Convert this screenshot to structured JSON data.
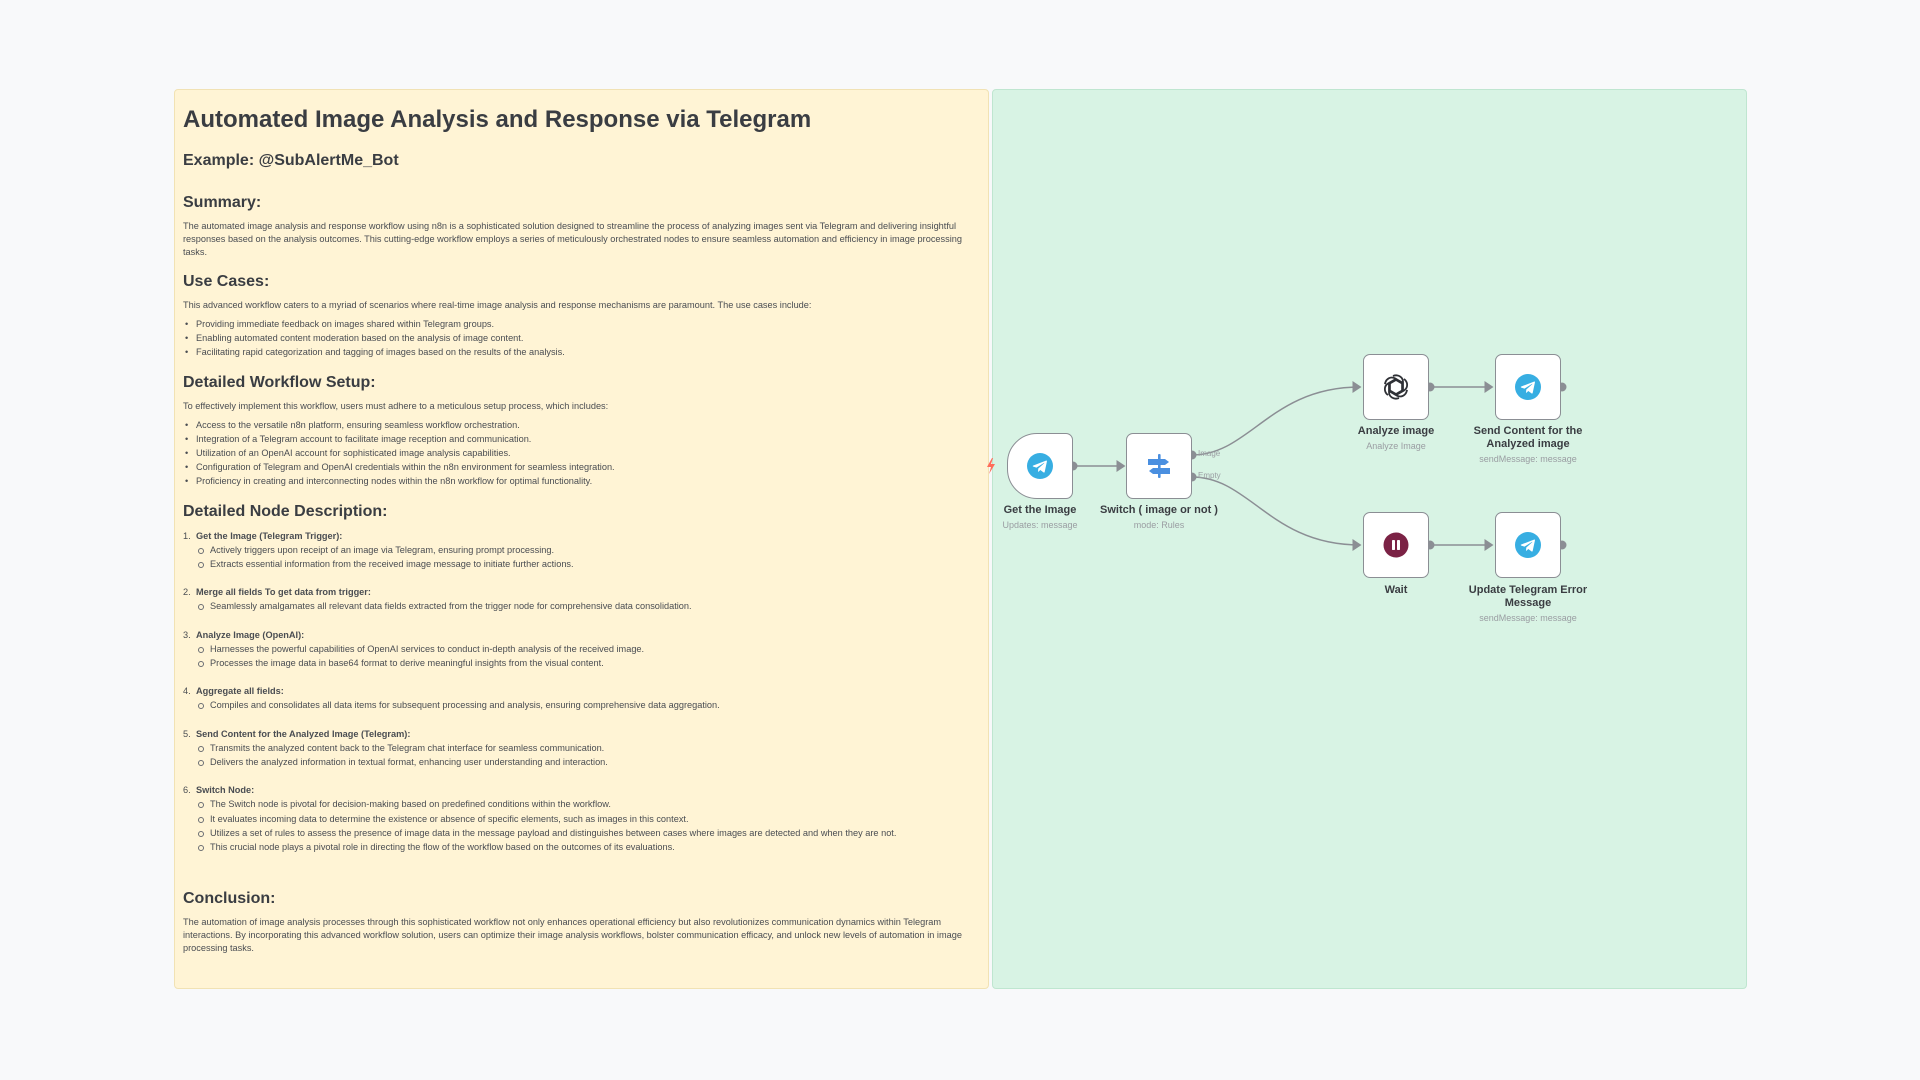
{
  "note": {
    "title": "Automated Image Analysis and Response via Telegram",
    "example": "Example: @SubAlertMe_Bot",
    "summary": {
      "heading": "Summary:",
      "text": "The automated image analysis and response workflow using n8n is a sophisticated solution designed to streamline the process of analyzing images sent via Telegram and delivering insightful responses based on the analysis outcomes. This cutting-edge workflow employs a series of meticulously orchestrated nodes to ensure seamless automation and efficiency in image processing tasks."
    },
    "use_cases": {
      "heading": "Use Cases:",
      "lead": "This advanced workflow caters to a myriad of scenarios where real-time image analysis and response mechanisms are paramount. The use cases include:",
      "items": [
        "Providing immediate feedback on images shared within Telegram groups.",
        "Enabling automated content moderation based on the analysis of image content.",
        "Facilitating rapid categorization and tagging of images based on the results of the analysis."
      ]
    },
    "setup": {
      "heading": "Detailed Workflow Setup:",
      "lead": "To effectively implement this workflow, users must adhere to a meticulous setup process, which includes:",
      "items": [
        "Access to the versatile n8n platform, ensuring seamless workflow orchestration.",
        "Integration of a Telegram account to facilitate image reception and communication.",
        "Utilization of an OpenAI account for sophisticated image analysis capabilities.",
        "Configuration of Telegram and OpenAI credentials within the n8n environment for seamless integration.",
        "Proficiency in creating and interconnecting nodes within the n8n workflow for optimal functionality."
      ]
    },
    "nodes_desc": {
      "heading": "Detailed Node Description:",
      "items": [
        {
          "num": "1.",
          "title": "Get the Image (Telegram Trigger):",
          "points": [
            "Actively triggers upon receipt of an image via Telegram, ensuring prompt processing.",
            "Extracts essential information from the received image message to initiate further actions."
          ]
        },
        {
          "num": "2.",
          "title": "Merge all fields To get data from trigger:",
          "points": [
            "Seamlessly amalgamates all relevant data fields extracted from the trigger node for comprehensive data consolidation."
          ]
        },
        {
          "num": "3.",
          "title": "Analyze Image (OpenAI):",
          "points": [
            "Harnesses the powerful capabilities of OpenAI services to conduct in-depth analysis of the received image.",
            "Processes the image data in base64 format to derive meaningful insights from the visual content."
          ]
        },
        {
          "num": "4.",
          "title": "Aggregate all fields:",
          "points": [
            "Compiles and consolidates all data items for subsequent processing and analysis, ensuring comprehensive data aggregation."
          ]
        },
        {
          "num": "5.",
          "title": "Send Content for the Analyzed Image (Telegram):",
          "points": [
            "Transmits the analyzed content back to the Telegram chat interface for seamless communication.",
            "Delivers the analyzed information in textual format, enhancing user understanding and interaction."
          ]
        },
        {
          "num": "6.",
          "title": "Switch Node:",
          "points": [
            "The Switch node is pivotal for decision-making based on predefined conditions within the workflow.",
            "It evaluates incoming data to determine the existence or absence of specific elements, such as images in this context.",
            "Utilizes a set of rules to assess the presence of image data in the message payload and distinguishes between cases where images are detected and when they are not.",
            "This crucial node plays a pivotal role in directing the flow of the workflow based on the outcomes of its evaluations."
          ]
        }
      ]
    },
    "conclusion": {
      "heading": "Conclusion:",
      "text": "The automation of image analysis processes through this sophisticated workflow not only enhances operational efficiency but also revolutionizes communication dynamics within Telegram interactions. By incorporating this advanced workflow solution, users can optimize their image analysis workflows, bolster communication efficacy, and unlock new levels of automation in image processing tasks."
    }
  },
  "workflow": {
    "nodes": {
      "get_image": {
        "label": "Get the Image",
        "sub": "Updates: message",
        "icon": "telegram-icon"
      },
      "switch": {
        "label": "Switch ( image or not )",
        "sub": "mode: Rules",
        "icon": "switch-icon"
      },
      "analyze": {
        "label": "Analyze image",
        "sub": "Analyze Image",
        "icon": "openai-icon"
      },
      "send": {
        "label": "Send Content for the Analyzed image",
        "sub": "sendMessage: message",
        "icon": "telegram-icon"
      },
      "wait": {
        "label": "Wait",
        "sub": "",
        "icon": "pause-icon"
      },
      "error": {
        "label": "Update Telegram Error Message",
        "sub": "sendMessage: message",
        "icon": "telegram-icon"
      }
    },
    "ports": {
      "image": "Image",
      "empty": "Empty"
    }
  },
  "colors": {
    "telegram": "#37aee2",
    "switch": "#4a8fe0",
    "wait": "#7b2245",
    "trigger_bolt": "#ff6d5a",
    "note_yellow": "#fff4d5",
    "note_green": "#d8f3e4"
  }
}
